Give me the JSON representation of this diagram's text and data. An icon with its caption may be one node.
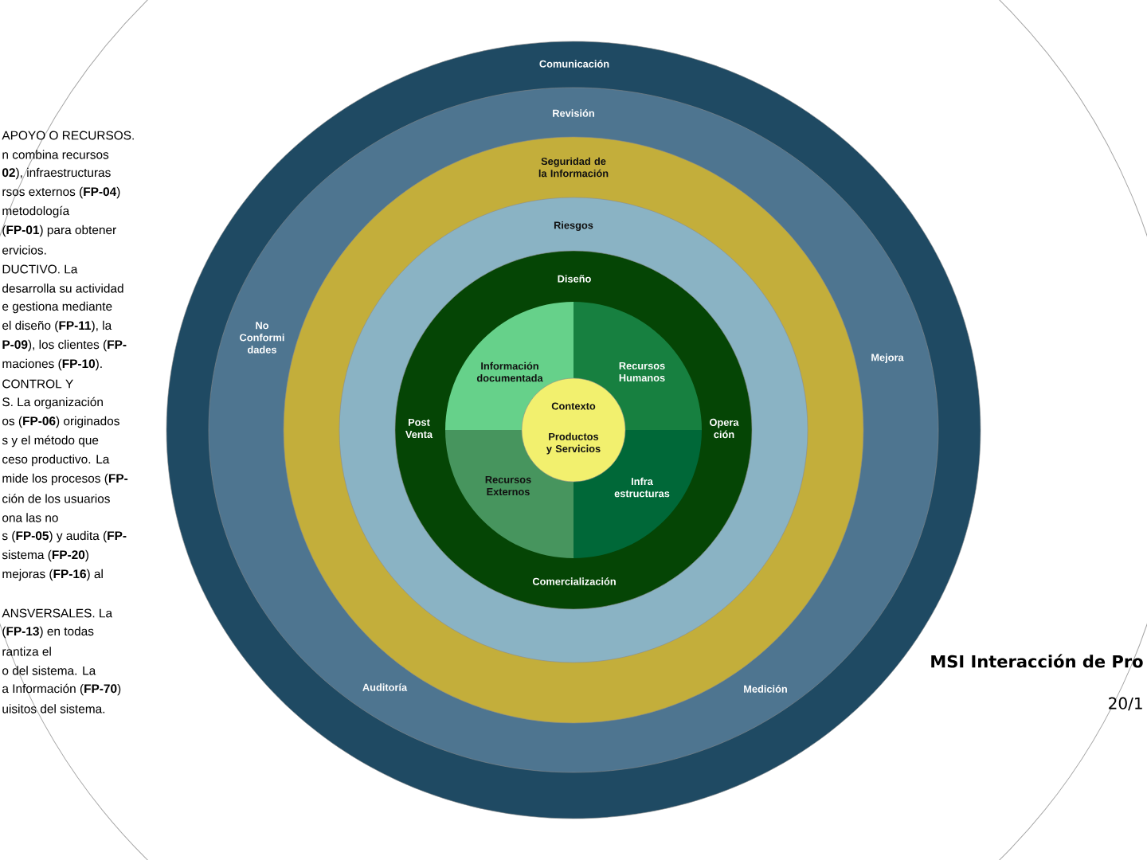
{
  "diagram": {
    "title": "MSI Interacción de Pro",
    "nodes": [
      {
        "text": [
          "Comunicación"
        ]
      },
      {
        "text": [
          "Revisión",
          "No Conformi dades",
          "Mejora",
          "Auditoría",
          "Medición"
        ],
        "in": 0
      },
      {
        "text": [
          "Seguridad de la Información"
        ],
        "in": 1
      },
      {
        "text": [
          "Riesgos"
        ],
        "in": 2
      },
      {
        "text": [
          "Diseño",
          "Post Venta",
          "Opera ción",
          "Comercialización"
        ],
        "in": 3
      },
      {
        "text": [
          "Información documentada"
        ],
        "in": 4
      },
      {
        "text": [
          "Recursos Humanos"
        ],
        "in": 4
      },
      {
        "text": [
          "Recursos Externos"
        ],
        "in": 4
      },
      {
        "text": [
          "Infra estructuras"
        ],
        "in": 4
      },
      {
        "text": [
          "Contexto",
          "Productos y Servicios"
        ],
        "in": 4
      }
    ],
    "edges": [],
    "labels": [
      "APOYO O RECURSOS.",
      "n combina recursos",
      "**02**), infraestructuras",
      "rsos externos (**FP-04**)",
      "metodología",
      "(**FP-01**) para obtener",
      "ervicios.",
      "DUCTIVO. La",
      "desarrolla su actividad",
      "e gestiona mediante",
      "el diseño (**FP-11**), la",
      "**P-09**), los clientes (**FP-**",
      "maciones (**FP-10**).",
      "CONTROL Y",
      "S. La organización",
      "os (**FP-06**) originados",
      "s y el método que",
      "ceso productivo. La",
      "mide los procesos (**FP-**",
      "ción de los usuarios",
      "ona las no",
      "s (**FP-05**) y audita (**FP-**",
      "sistema (**FP-20**)",
      "mejoras (**FP-16**) al",
      "ANSVERSALES. La",
      "(**FP-13**) en todas",
      "rantiza el",
      "o del sistema. La",
      "a Información (**FP-70**)",
      "uisitos del sistema.",
      "20/1"
    ]
  }
}
